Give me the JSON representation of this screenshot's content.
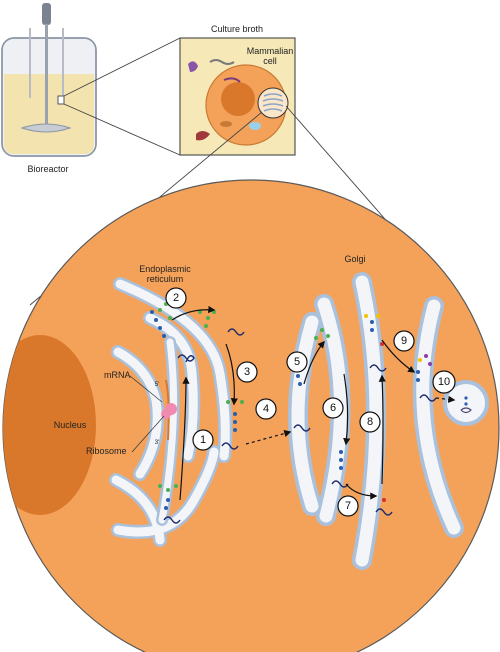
{
  "labels": {
    "bioreactor": "Bioreactor",
    "culture_broth": "Culture broth",
    "mammalian_cell_line1": "Mammalian",
    "mammalian_cell_line2": "cell",
    "er_line1": "Endoplasmic",
    "er_line2": "reticulum",
    "golgi": "Golgi",
    "nucleus": "Nucleus",
    "mrna": "mRNA",
    "ribosome": "Ribosome",
    "five_prime": "5'",
    "three_prime": "3'"
  },
  "steps": [
    "1",
    "2",
    "3",
    "4",
    "5",
    "6",
    "7",
    "8",
    "9",
    "10"
  ],
  "colors": {
    "cell_orange": "#f4a25a",
    "nucleus": "#d9782a",
    "membrane": "#a9c1dc",
    "lumen": "#f4f5f8",
    "broth": "#f5e6b2",
    "glycan_green": "#4caf50",
    "glycan_blue": "#2a5db0",
    "glycan_yellow": "#f2c200",
    "glycan_purple": "#8a3ea8",
    "glycan_red": "#d32f2f",
    "ribosome_pink": "#f08ab0"
  }
}
